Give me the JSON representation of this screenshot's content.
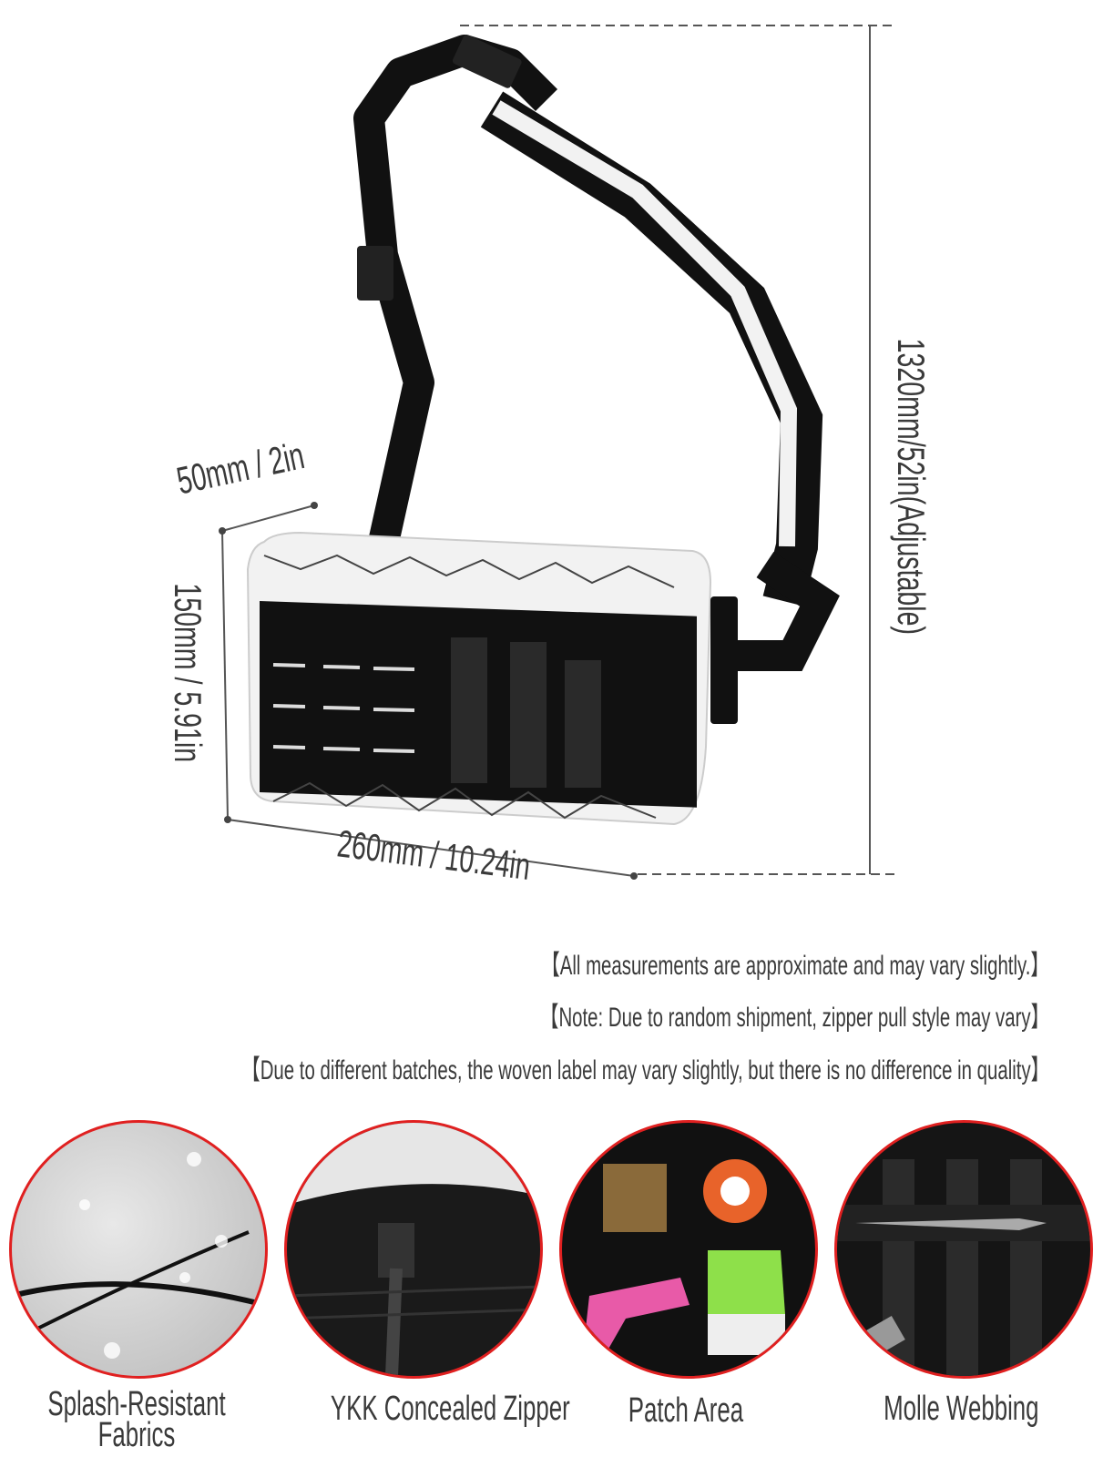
{
  "dimensions": {
    "depth": "50mm / 2in",
    "height": "150mm / 5.91in",
    "width": "260mm / 10.24in",
    "strap": "1320mm/52in(Adjustable)"
  },
  "notes": [
    "【All measurements are approximate and may vary slightly.】",
    "【Note: Due to random shipment, zipper pull style may vary】",
    "【Due to different batches, the woven label may vary slightly, but there is no difference in quality】"
  ],
  "features": [
    {
      "label": "Splash-Resistant Fabrics",
      "icon": "fabric-closeup-photo"
    },
    {
      "label": "YKK Concealed Zipper",
      "icon": "zipper-closeup-photo"
    },
    {
      "label": "Patch Area",
      "icon": "patch-area-photo"
    },
    {
      "label": "Molle Webbing",
      "icon": "molle-webbing-photo"
    }
  ],
  "colors": {
    "accent_ring": "#e02020",
    "bag_white": "#f2f2f2",
    "bag_black": "#111111"
  }
}
